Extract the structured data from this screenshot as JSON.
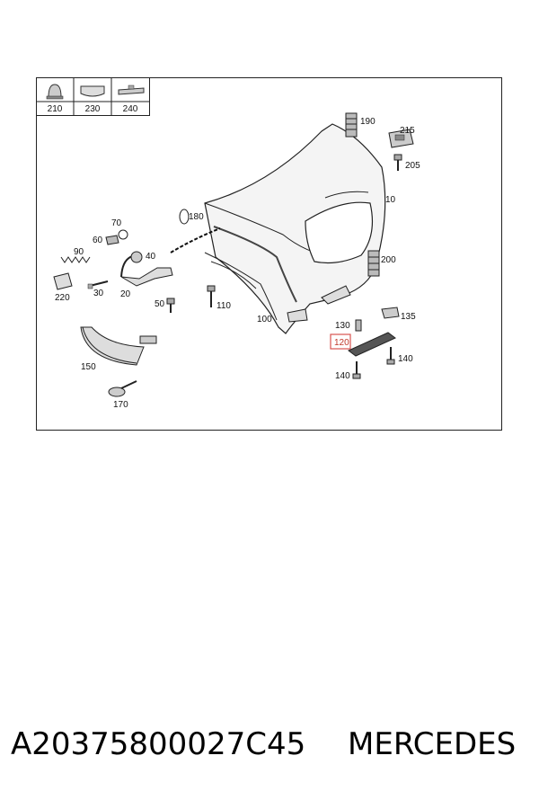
{
  "header_boxes": [
    "210",
    "230",
    "240"
  ],
  "labels": {
    "l190": "190",
    "l215": "215",
    "l205": "205",
    "l10": "10",
    "l180": "180",
    "l70": "70",
    "l90": "90",
    "l60": "60",
    "l40": "40",
    "l200": "200",
    "l30": "30",
    "l20": "20",
    "l220": "220",
    "l50": "50",
    "l110": "110",
    "l100": "100",
    "l130": "130",
    "l135": "135",
    "l120": "120",
    "l140a": "140",
    "l140b": "140",
    "l150": "150",
    "l170": "170"
  },
  "highlight_label": "120",
  "highlight_color": "#d9534f",
  "footer": {
    "part_number": "A20375800027C45",
    "brand": "MERCEDES"
  }
}
